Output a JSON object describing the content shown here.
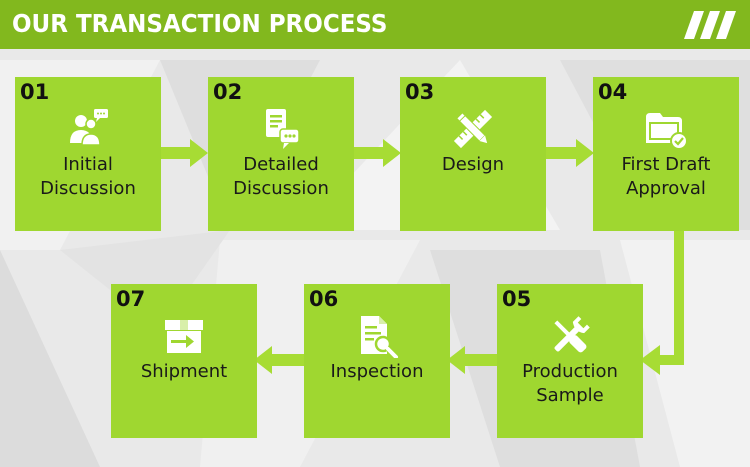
{
  "header": {
    "title": "OUR TRANSACTION PROCESS"
  },
  "colors": {
    "header_green": "#82b81e",
    "box_green": "#9fd730",
    "arrow_green": "#a7dc34",
    "background": "#e9e9e9"
  },
  "steps": [
    {
      "number": "01",
      "label": "Initial\nDiscussion",
      "icon": "users-chat-icon"
    },
    {
      "number": "02",
      "label": "Detailed\nDiscussion",
      "icon": "document-chat-icon"
    },
    {
      "number": "03",
      "label": "Design",
      "icon": "pencil-ruler-icon"
    },
    {
      "number": "04",
      "label": "First Draft\nApproval",
      "icon": "folder-check-icon"
    },
    {
      "number": "05",
      "label": "Production\nSample",
      "icon": "wrench-screwdriver-icon"
    },
    {
      "number": "06",
      "label": "Inspection",
      "icon": "document-search-icon"
    },
    {
      "number": "07",
      "label": "Shipment",
      "icon": "box-arrow-icon"
    }
  ]
}
